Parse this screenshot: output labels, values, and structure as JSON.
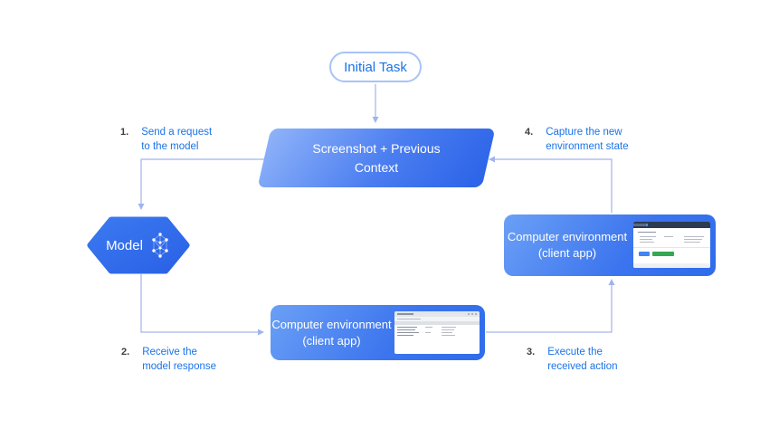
{
  "diagram": {
    "initial_task": {
      "label": "Initial Task"
    },
    "screenshot_context": {
      "label": "Screenshot + Previous\nContext"
    },
    "model": {
      "label": "Model"
    },
    "env_bottom": {
      "label": "Computer environment\n(client app)"
    },
    "env_right": {
      "label": "Computer environment\n(client app)"
    },
    "steps": [
      {
        "num": "1.",
        "text": "Send a request\nto the model"
      },
      {
        "num": "2.",
        "text": "Receive the\nmodel response"
      },
      {
        "num": "3.",
        "text": "Execute the\nreceived action"
      },
      {
        "num": "4.",
        "text": "Capture the new\nenvironment state"
      }
    ],
    "icons": {
      "model_icon": "neural-network-icon",
      "env_bottom_thumbnail": "desktop-app-window-thumbnail",
      "env_right_thumbnail": "web-app-window-thumbnail"
    },
    "colors": {
      "accent_blue": "#1a73e8",
      "node_gradient_light": "#8fb3f9",
      "node_gradient_dark": "#2b63e8",
      "connector": "#a0b4ec",
      "step_number_gray": "#3c4043",
      "success_green": "#34a853"
    }
  }
}
